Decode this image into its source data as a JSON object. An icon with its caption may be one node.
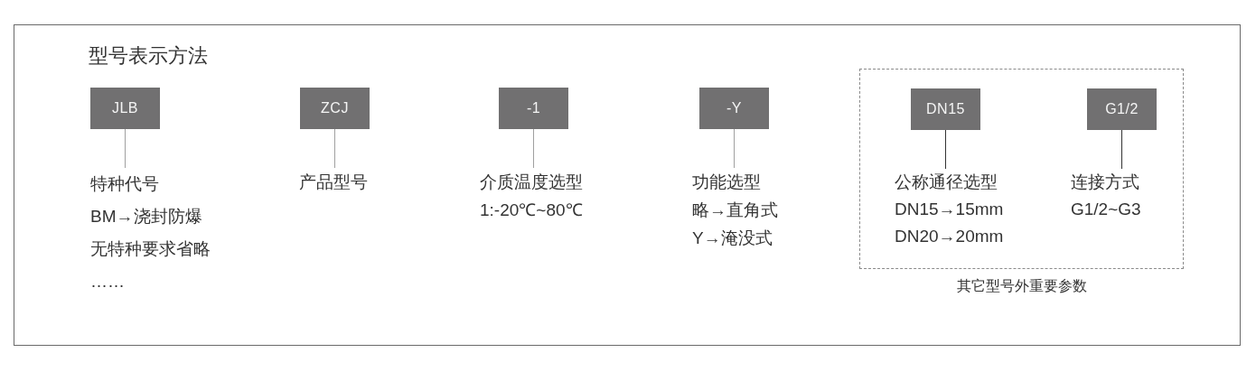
{
  "diagram": {
    "title": "型号表示方法",
    "nodes": [
      {
        "text": [
          "JLB"
        ]
      },
      {
        "text": [
          "特种代号",
          "BM→浇封防爆",
          "无特种要求省略",
          "……"
        ]
      },
      {
        "text": [
          "ZCJ"
        ]
      },
      {
        "text": [
          "产品型号"
        ]
      },
      {
        "text": [
          "-1"
        ]
      },
      {
        "text": [
          "介质温度选型",
          "1:-20℃~80℃"
        ]
      },
      {
        "text": [
          "-Y"
        ]
      },
      {
        "text": [
          "功能选型",
          "略→直角式",
          "Y→淹没式"
        ]
      },
      {
        "text": [
          "其它型号外重要参数"
        ]
      },
      {
        "text": [
          "DN15"
        ],
        "in": 8
      },
      {
        "text": [
          "公称通径选型",
          "DN15→15mm",
          "DN20→20mm"
        ],
        "in": 8
      },
      {
        "text": [
          "G1/2"
        ],
        "in": 8
      },
      {
        "text": [
          "连接方式",
          "G1/2~G3"
        ],
        "in": 8
      }
    ],
    "edges": [
      {
        "from": 0,
        "to": 1,
        "arrow": "none"
      },
      {
        "from": 2,
        "to": 3,
        "arrow": "none"
      },
      {
        "from": 4,
        "to": 5,
        "arrow": "none"
      },
      {
        "from": 6,
        "to": 7,
        "arrow": "none"
      },
      {
        "from": 9,
        "to": 10,
        "arrow": "none",
        "color": "#333333"
      },
      {
        "from": 11,
        "to": 12,
        "arrow": "none",
        "color": "#333333"
      }
    ]
  }
}
